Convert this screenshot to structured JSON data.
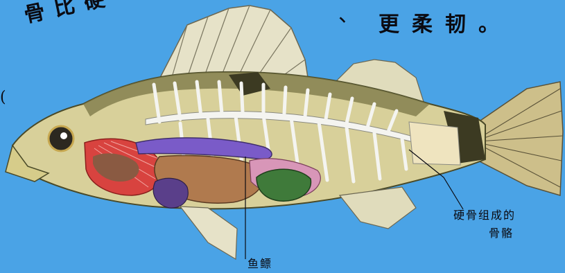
{
  "title": {
    "left": "骨比硬",
    "mark": "、",
    "right": "更柔韧。"
  },
  "edge_mark": "(",
  "labels": {
    "bone_line1": "硬骨组成的",
    "bone_line2": "骨骼",
    "swim_bladder": "鱼鳔"
  },
  "colors": {
    "background": "#4aa3e6",
    "fish_body": "#d8d09a",
    "fish_dark": "#4a4a28",
    "gill": "#d8433f",
    "swim_bladder": "#7a5bc8",
    "stomach": "#3f7a3a",
    "liver": "#b07a4e",
    "bone": "#f4f4f0"
  }
}
